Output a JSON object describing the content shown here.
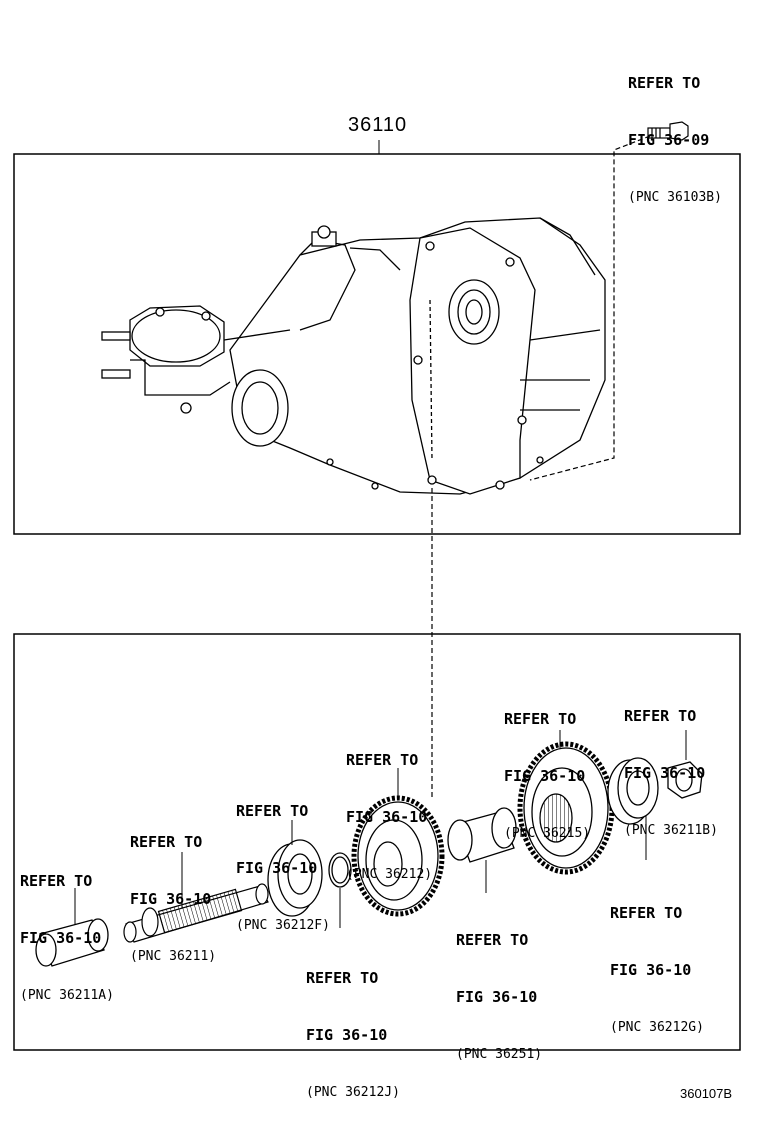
{
  "assembly": {
    "part_number": "36110"
  },
  "figure_code": "360107B",
  "callouts": {
    "top_bolt": {
      "refer": "REFER TO",
      "fig": "FIG 36-09",
      "pnc": "(PNC 36103B)"
    },
    "pnc_36211A": {
      "refer": "REFER TO",
      "fig": "FIG 36-10",
      "pnc": "(PNC 36211A)"
    },
    "pnc_36211": {
      "refer": "REFER TO",
      "fig": "FIG 36-10",
      "pnc": "(PNC 36211)"
    },
    "pnc_36212F": {
      "refer": "REFER TO",
      "fig": "FIG 36-10",
      "pnc": "(PNC 36212F)"
    },
    "pnc_36212": {
      "refer": "REFER TO",
      "fig": "FIG 36-10",
      "pnc": "(PNC 36212)"
    },
    "pnc_36212J": {
      "refer": "REFER TO",
      "fig": "FIG 36-10",
      "pnc": "(PNC 36212J)"
    },
    "pnc_36251": {
      "refer": "REFER TO",
      "fig": "FIG 36-10",
      "pnc": "(PNC 36251)"
    },
    "pnc_36215": {
      "refer": "REFER TO",
      "fig": "FIG 36-10",
      "pnc": "(PNC 36215)"
    },
    "pnc_36211B": {
      "refer": "REFER TO",
      "fig": "FIG 36-10",
      "pnc": "(PNC 36211B)"
    },
    "pnc_36212G": {
      "refer": "REFER TO",
      "fig": "FIG 36-10",
      "pnc": "(PNC 36212G)"
    }
  }
}
